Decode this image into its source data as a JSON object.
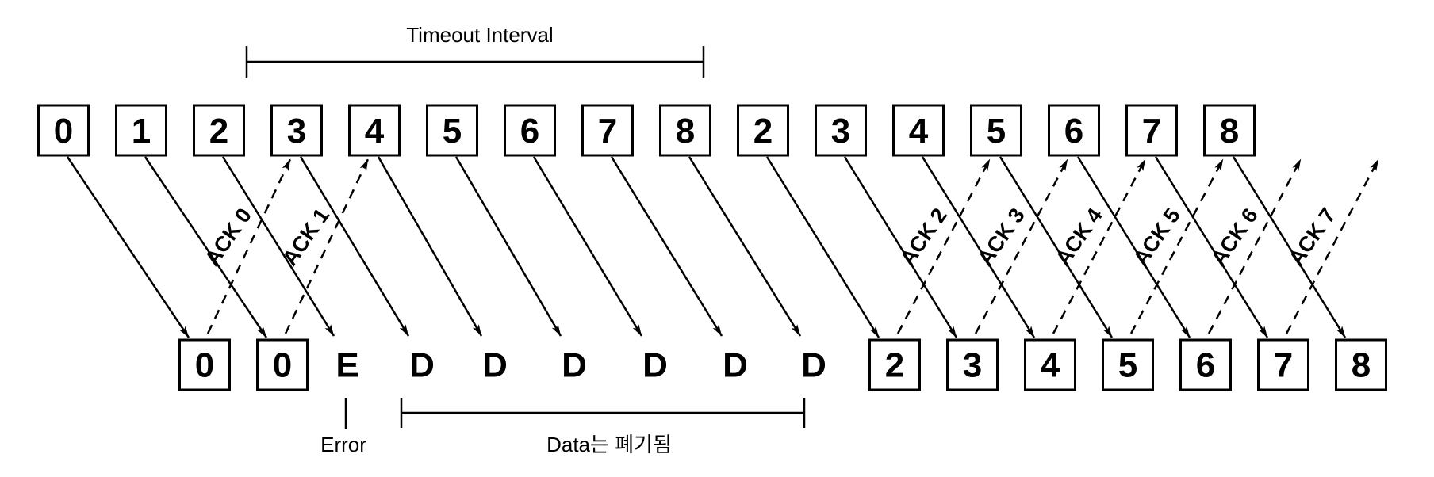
{
  "diagram": {
    "protocol_view": "go-back-n-timeline",
    "top_frames": [
      "0",
      "1",
      "2",
      "3",
      "4",
      "5",
      "6",
      "7",
      "8",
      "2",
      "3",
      "4",
      "5",
      "6",
      "7",
      "8"
    ],
    "bottom_items": [
      {
        "kind": "box",
        "label": "0"
      },
      {
        "kind": "box",
        "label": "0"
      },
      {
        "kind": "letter",
        "label": "E"
      },
      {
        "kind": "letter",
        "label": "D"
      },
      {
        "kind": "letter",
        "label": "D"
      },
      {
        "kind": "letter",
        "label": "D"
      },
      {
        "kind": "letter",
        "label": "D"
      },
      {
        "kind": "letter",
        "label": "D"
      },
      {
        "kind": "letter",
        "label": "D"
      },
      {
        "kind": "box",
        "label": "2"
      },
      {
        "kind": "box",
        "label": "3"
      },
      {
        "kind": "box",
        "label": "4"
      },
      {
        "kind": "box",
        "label": "5"
      },
      {
        "kind": "box",
        "label": "6"
      },
      {
        "kind": "box",
        "label": "7"
      },
      {
        "kind": "box",
        "label": "8"
      }
    ],
    "acks": [
      {
        "label": "ACK 0",
        "from": 0,
        "to": 3
      },
      {
        "label": "ACK 1",
        "from": 1,
        "to": 4
      },
      {
        "label": "ACK 2",
        "from": 9,
        "to": 12
      },
      {
        "label": "ACK 3",
        "from": 10,
        "to": 13
      },
      {
        "label": "ACK 4",
        "from": 11,
        "to": 14
      },
      {
        "label": "ACK 5",
        "from": 12,
        "to": 15
      },
      {
        "label": "ACK 6",
        "from": 13,
        "to": 16
      },
      {
        "label": "ACK 7",
        "from": 14,
        "to": 17
      }
    ],
    "annotations": {
      "timeout_label": "Timeout Interval",
      "error_label": "Error",
      "discard_label": "Data는 폐기됨"
    },
    "colors": {
      "ack_text": "#1b1bf5",
      "line": "#000000",
      "background": "#ffffff"
    }
  }
}
